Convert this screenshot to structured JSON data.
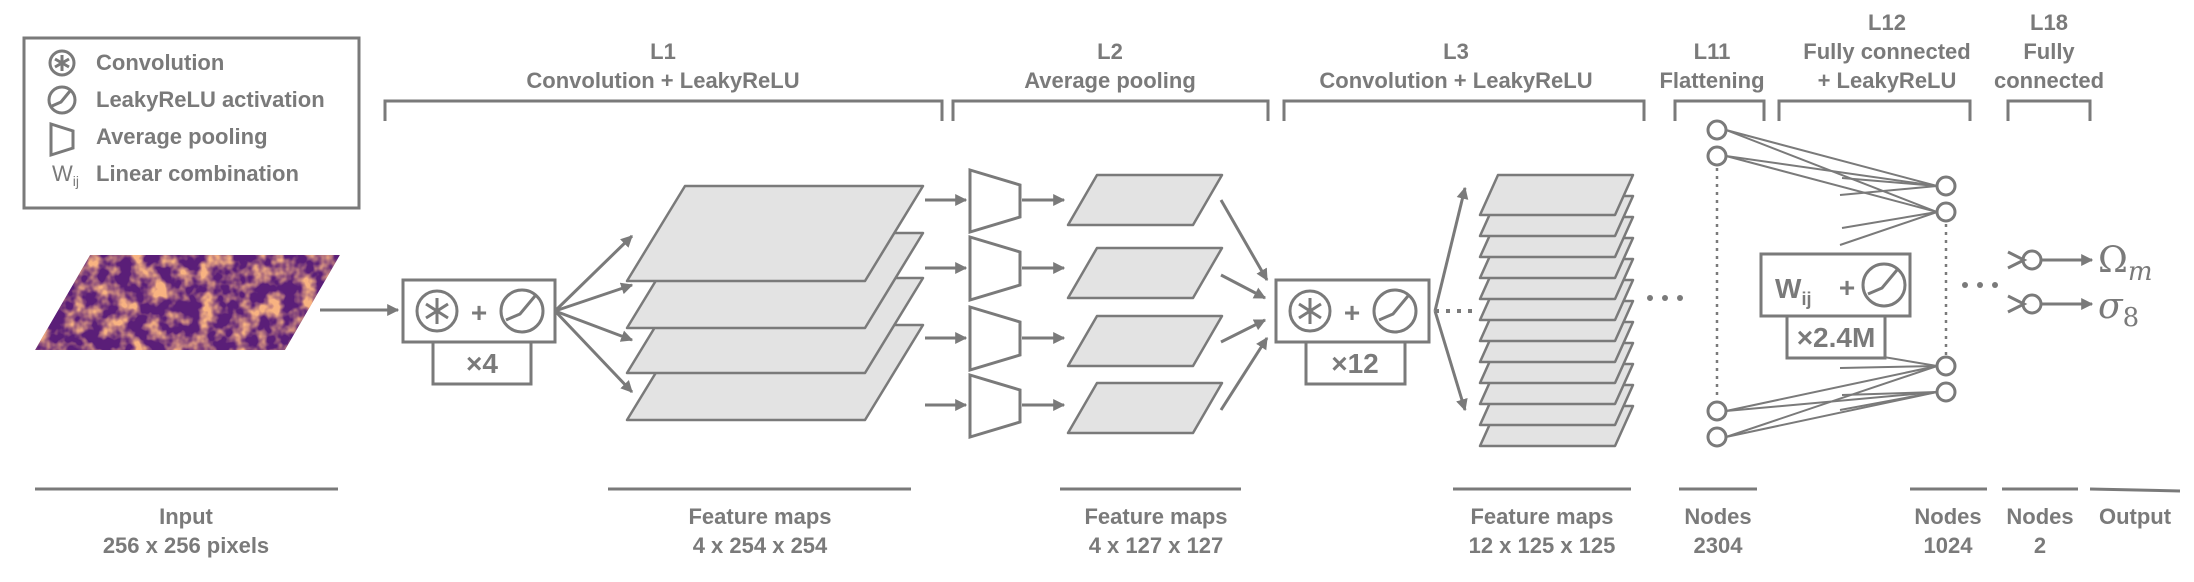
{
  "legend": {
    "convolution": "Convolution",
    "activation": "LeakyReLU activation",
    "pooling": "Average pooling",
    "linear_symbol": "W",
    "linear_symbol_sub": "ij",
    "linear": "Linear combination"
  },
  "layers": {
    "l1": {
      "name": "L1",
      "desc": "Convolution + LeakyReLU"
    },
    "l2": {
      "name": "L2",
      "desc": "Average pooling"
    },
    "l3": {
      "name": "L3",
      "desc": "Convolution + LeakyReLU"
    },
    "l11": {
      "name": "L11",
      "desc": "Flattening"
    },
    "l12": {
      "name": "L12",
      "desc1": "Fully connected",
      "desc2": "+ LeakyReLU"
    },
    "l18": {
      "name": "L18",
      "desc1": "Fully",
      "desc2": "connected"
    }
  },
  "blocks": {
    "mult_l1": "×4",
    "mult_l3": "×12",
    "mult_fc": "×2.4M",
    "fc_symbol": "W",
    "fc_symbol_sub": "ij",
    "plus": "+"
  },
  "outputs": {
    "omega": "Ω",
    "omega_sub": "m",
    "sigma": "σ",
    "sigma_sub": "8"
  },
  "bottom": {
    "input": {
      "title": "Input",
      "detail": "256 x 256 pixels"
    },
    "fm1": {
      "title": "Feature maps",
      "detail": "4 x 254 x 254"
    },
    "fm2": {
      "title": "Feature maps",
      "detail": "4 x 127 x 127"
    },
    "fm3": {
      "title": "Feature maps",
      "detail": "12 x 125 x 125"
    },
    "nodes1": {
      "title": "Nodes",
      "detail": "2304"
    },
    "nodes2": {
      "title": "Nodes",
      "detail": "1024"
    },
    "nodes3": {
      "title": "Nodes",
      "detail": "2"
    },
    "output": {
      "title": "Output"
    }
  },
  "colors": {
    "stroke": "#7a7a7a",
    "plane_fill": "#e3e3e3",
    "input_base": "#5a1e78",
    "input_hot": "#f08a3c"
  }
}
